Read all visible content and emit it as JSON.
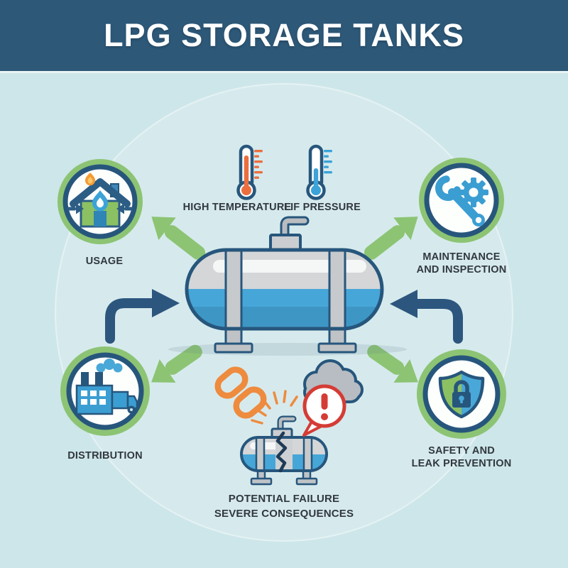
{
  "header": {
    "title": "LPG STORAGE TANKS"
  },
  "hazards": [
    {
      "label": "HIGH TEMPERATURE",
      "icon": "thermometer-temperature-icon",
      "color": "#eb6e3e"
    },
    {
      "label": "LIF PRESSURE",
      "icon": "thermometer-pressure-icon",
      "color": "#3ba3d8"
    }
  ],
  "nodes": [
    {
      "id": "usage",
      "lines": [
        "USAGE"
      ],
      "icon": "house-flame-icon"
    },
    {
      "id": "maintenance",
      "lines": [
        "MAINTENANCE",
        "AND INSPECTION"
      ],
      "icon": "wrench-gear-icon"
    },
    {
      "id": "distribution",
      "lines": [
        "DISTRIBUTION"
      ],
      "icon": "factory-truck-icon"
    },
    {
      "id": "safety",
      "lines": [
        "SAFETY AND",
        "LEAK PREVENTION"
      ],
      "icon": "shield-lock-icon"
    }
  ],
  "failure": {
    "lines": [
      "POTENTIAL FAILURE",
      "SEVERE CONSEQUENCES"
    ],
    "icons": [
      "broken-chain-icon",
      "smoke-cloud-icon",
      "warning-bubble-icon",
      "cracked-tank-icon"
    ]
  },
  "colors": {
    "header_bg": "#2d5878",
    "background": "#cde6e9",
    "green_accent": "#8cc474",
    "navy_outline": "#27567c",
    "icon_blue": "#3b9ed2",
    "liquid_blue": "#47a6d8",
    "chain_orange": "#ee8b3e",
    "warning_red": "#d43c35"
  }
}
